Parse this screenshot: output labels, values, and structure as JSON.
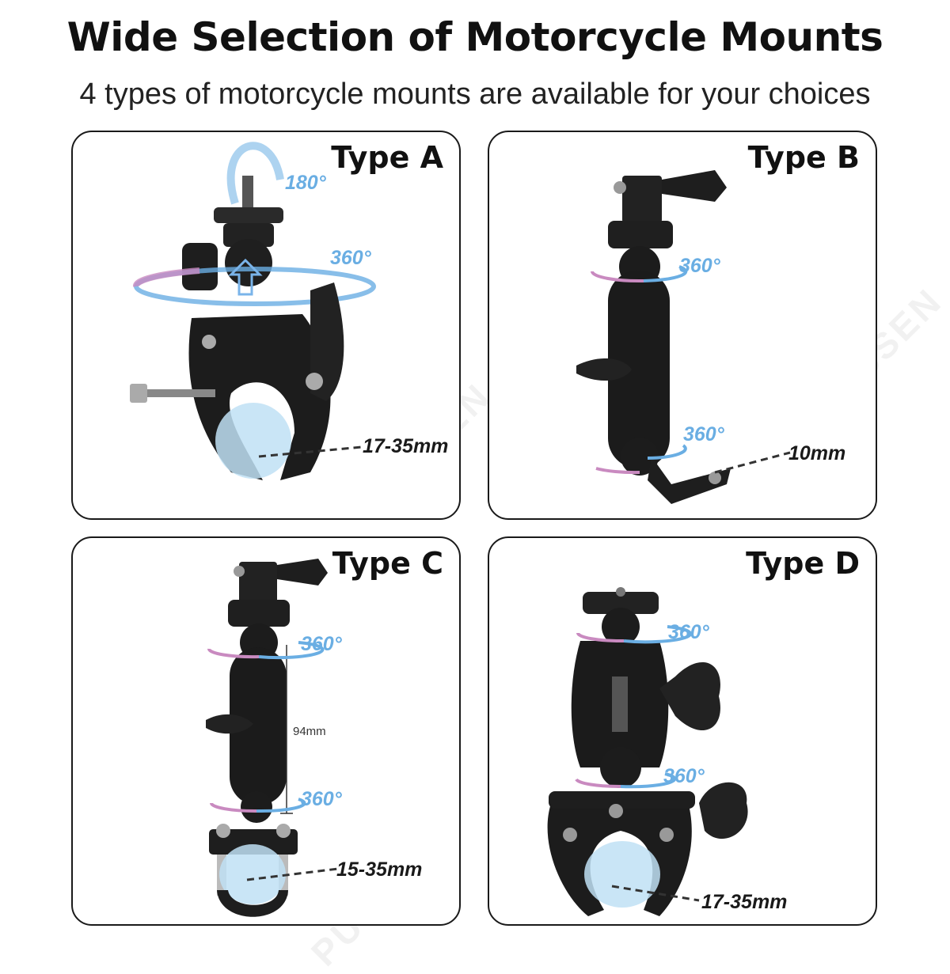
{
  "title": "Wide Selection of Motorcycle Mounts",
  "subtitle": "4 types of motorcycle mounts are available for your choices",
  "watermark": "PUSSEN",
  "colors": {
    "rotation_blue": "#6aaee3",
    "rotation_pink": "#c98ac0",
    "mount_black": "#1c1c1c",
    "bar_blue": "#bfe0f5"
  },
  "cards": [
    {
      "label": "Type A",
      "rotations": [
        "180°",
        "360°"
      ],
      "dimension": "17-35mm"
    },
    {
      "label": "Type B",
      "rotations": [
        "360°",
        "360°"
      ],
      "dimension": "10mm"
    },
    {
      "label": "Type C",
      "rotations": [
        "360°",
        "360°"
      ],
      "dimension": "15-35mm",
      "arm_length": "94mm"
    },
    {
      "label": "Type D",
      "rotations": [
        "360°",
        "360°"
      ],
      "dimension": "17-35mm"
    }
  ]
}
